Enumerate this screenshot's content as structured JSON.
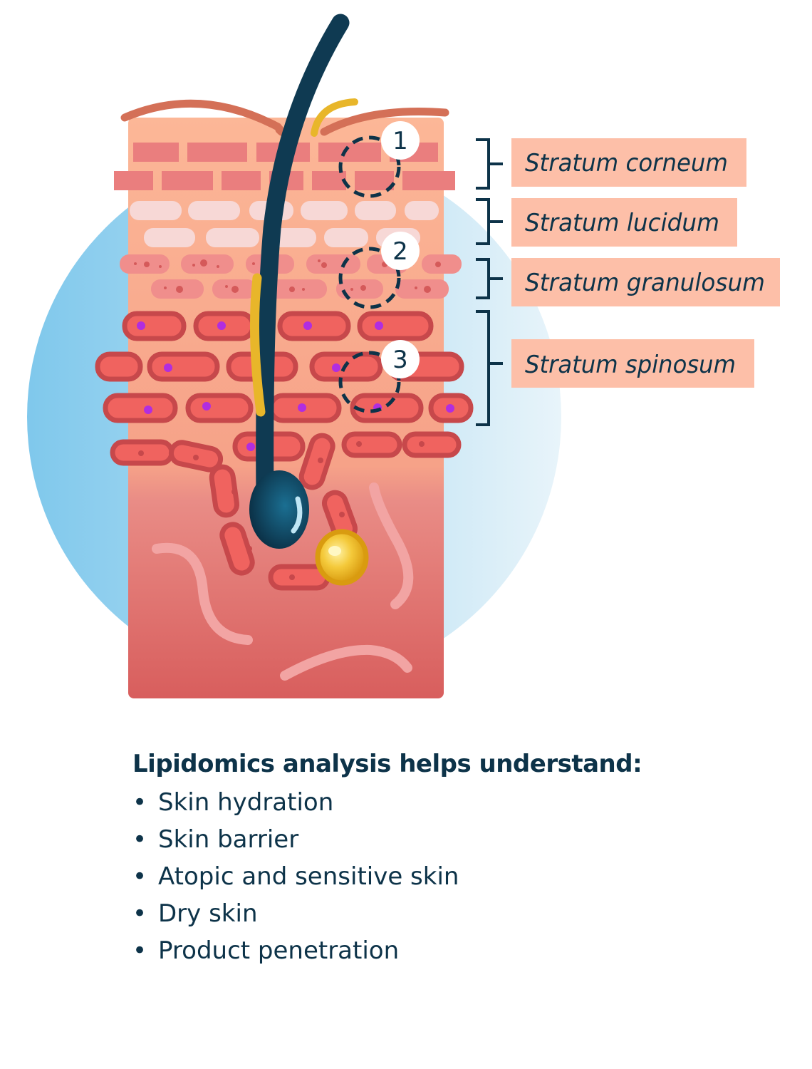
{
  "layers": [
    {
      "id": "corneum",
      "label": "Stratum corneum"
    },
    {
      "id": "lucidum",
      "label": "Stratum lucidum"
    },
    {
      "id": "granulosum",
      "label": "Stratum granulosum"
    },
    {
      "id": "spinosum",
      "label": "Stratum spinosum"
    }
  ],
  "markers": [
    "1",
    "2",
    "3"
  ],
  "lipidomics": {
    "heading": "Lipidomics analysis helps  understand:",
    "bullet_symbol": "•",
    "items": [
      "Skin hydration",
      "Skin barrier",
      "Atopic and sensitive skin",
      "Dry skin",
      "Product penetration"
    ]
  },
  "colors": {
    "text": "#0d3349",
    "label_box": "#fdbfa8",
    "hair": "#0f3a52",
    "circle_light": "#e3f2f9",
    "circle_blue": "#7fc8ec",
    "skin_top": "#fbb394",
    "dermis": "#e27e7b",
    "cell_fill": "#f0635f",
    "cell_border": "#c7484b",
    "nucleus": "#b12de0",
    "sebaceous": "#e8b62a"
  }
}
